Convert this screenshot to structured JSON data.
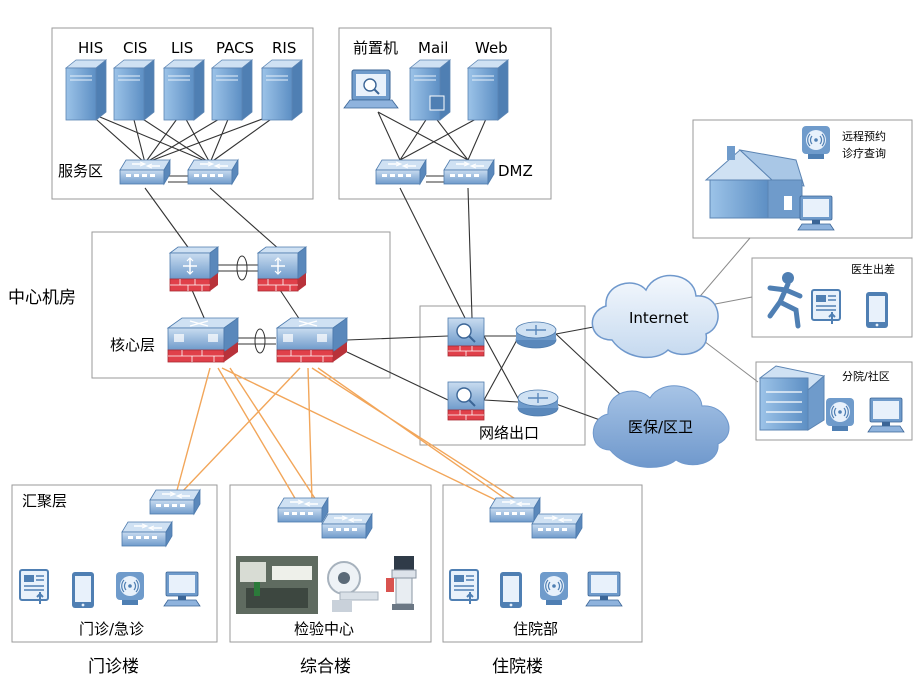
{
  "servers": {
    "his": "HIS",
    "cis": "CIS",
    "lis": "LIS",
    "pacs": "PACS",
    "ris": "RIS"
  },
  "dmz_servers": {
    "front": "前置机",
    "mail": "Mail",
    "web": "Web"
  },
  "zones": {
    "service": "服务区",
    "dmz": "DMZ",
    "datacenter": "中心机房",
    "core": "核心层",
    "egress": "网络出口",
    "aggregation": "汇聚层",
    "outpatient": "门诊/急诊",
    "lab": "检验中心",
    "inpatient": "住院部"
  },
  "clouds": {
    "internet": "Internet",
    "insurance": "医保/区卫"
  },
  "remote": {
    "booking": "远程预约",
    "query": "诊疗查询",
    "doctor": "医生出差",
    "branch": "分院/社区"
  },
  "buildings": {
    "outpatient": "门诊楼",
    "complex": "综合楼",
    "inpatient": "住院楼"
  },
  "colors": {
    "device_blue": "#7fa9d6",
    "firewall_red": "#e0404a",
    "fiber_orange": "#f2a65a",
    "cloud_blue": "#8fb3dd"
  }
}
